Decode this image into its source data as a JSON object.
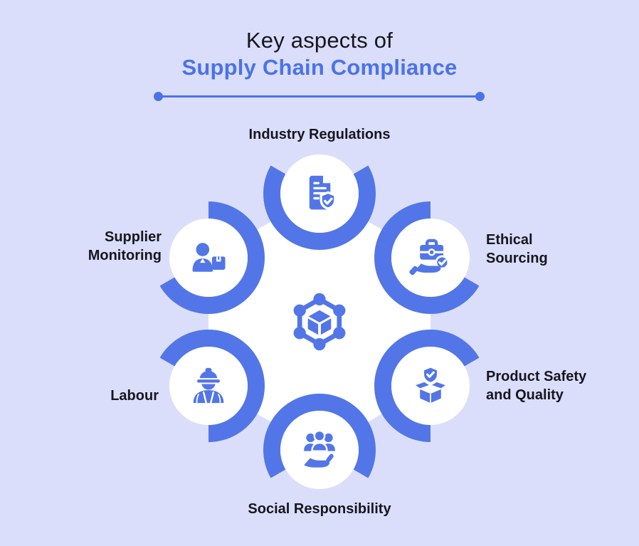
{
  "title": {
    "line1": "Key aspects of",
    "line2": "Supply Chain Compliance"
  },
  "colors": {
    "bg": "#dbdefb",
    "accent": "#5276e8",
    "title_blue": "#4a73e9",
    "ink": "#16161f",
    "card": "#ffffff"
  },
  "center_hub": {
    "icon": "network-cube-icon"
  },
  "nodes": [
    {
      "label": "Industry Regulations",
      "icon": "document-shield-check-icon",
      "position": "top"
    },
    {
      "label": "Ethical Sourcing",
      "icon": "hand-briefcase-check-icon",
      "position": "upper-right"
    },
    {
      "label": "Product Safety and Quality",
      "icon": "open-box-shield-icon",
      "position": "lower-right"
    },
    {
      "label": "Social Responsibility",
      "icon": "people-over-hand-icon",
      "position": "bottom"
    },
    {
      "label": "Labour",
      "icon": "construction-worker-icon",
      "position": "lower-left"
    },
    {
      "label": "Supplier Monitoring",
      "icon": "person-with-package-icon",
      "position": "upper-left"
    }
  ]
}
